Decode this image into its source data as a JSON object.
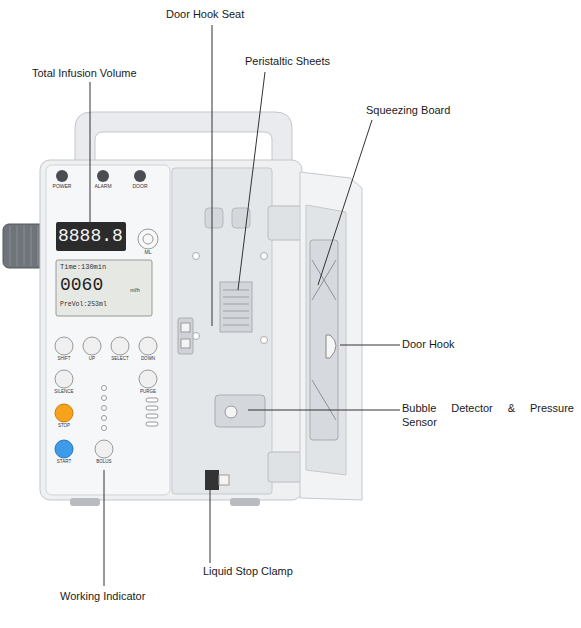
{
  "diagram": {
    "labels": [
      "Door Hook Seat",
      "Total Infusion Volume",
      "Peristaltic Sheets",
      "Squeezing Board",
      "Door Hook",
      "Bubble Detector & Pressure Sensor",
      "Liquid Stop Clamp",
      "Working Indicator",
      "POWER",
      "ALARM",
      "DOOR",
      "8888.8",
      "ML",
      "Time:130min",
      "0060",
      "ml/h",
      "PreVol:253ml",
      "SHIFT",
      "UP",
      "SELECT",
      "DOWN",
      "SILENCE",
      "PURGE",
      "STOP",
      "START",
      "BOLUS"
    ]
  }
}
